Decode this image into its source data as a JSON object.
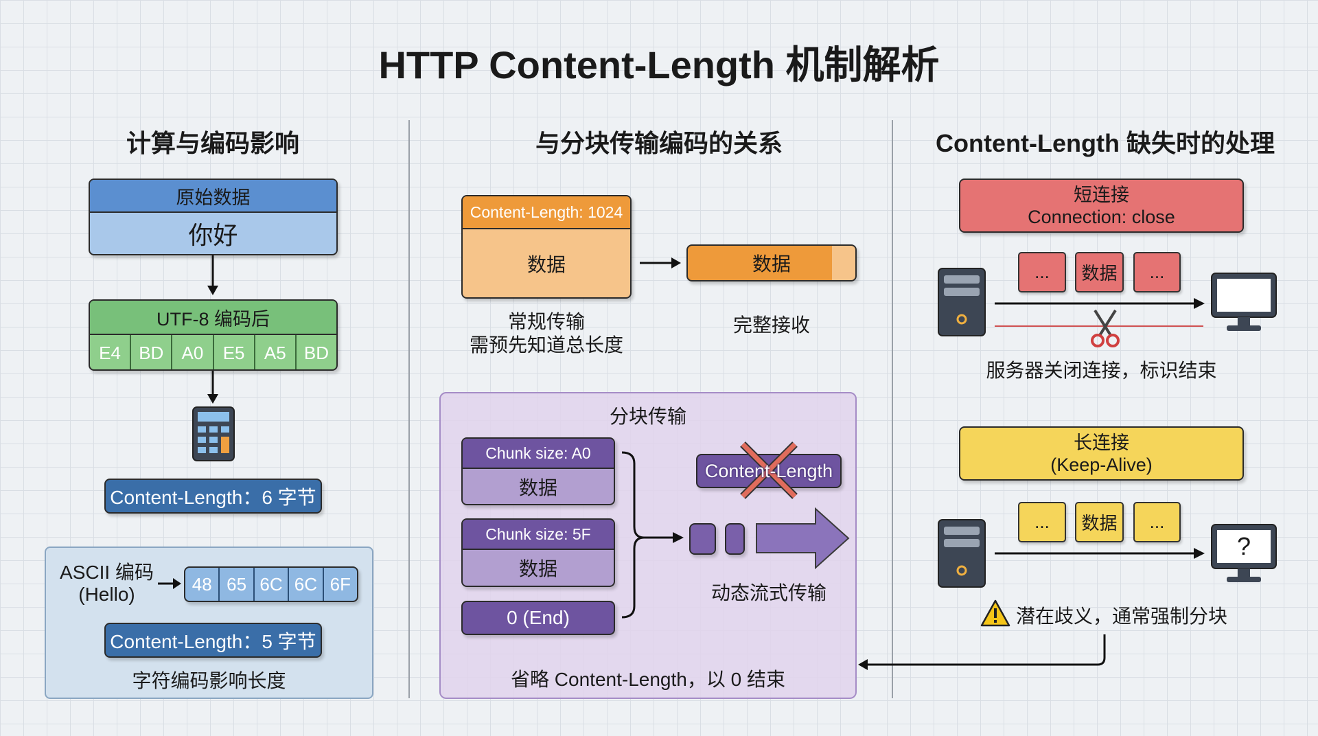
{
  "title": "HTTP Content-Length 机制解析",
  "left": {
    "heading": "计算与编码影响",
    "raw_label": "原始数据",
    "raw_value": "你好",
    "utf8_label": "UTF-8 编码后",
    "utf8_bytes": [
      "E4",
      "BD",
      "A0",
      "E5",
      "A5",
      "BD"
    ],
    "utf8_length": "Content-Length：6 字节",
    "ascii_label": "ASCII 编码",
    "ascii_word": "(Hello)",
    "ascii_bytes": [
      "48",
      "65",
      "6C",
      "6C",
      "6F"
    ],
    "ascii_length": "Content-Length：5 字节",
    "caption": "字符编码影响长度"
  },
  "middle": {
    "heading": "与分块传输编码的关系",
    "cl_header": "Content-Length: 1024",
    "data": "数据",
    "received_data": "数据",
    "normal_caption_1": "常规传输",
    "normal_caption_2": "需预先知道总长度",
    "received_caption": "完整接收",
    "chunked_title": "分块传输",
    "chunks": [
      {
        "size": "Chunk size: A0",
        "data": "数据"
      },
      {
        "size": "Chunk size: 5F",
        "data": "数据"
      }
    ],
    "end_chunk": "0 (End)",
    "crossed_label": "Content-Length",
    "stream_caption": "动态流式传输",
    "chunked_caption": "省略 Content-Length，以 0 结束"
  },
  "right": {
    "heading": "Content-Length 缺失时的处理",
    "short_title": "短连接",
    "short_sub": "Connection: close",
    "short_packets": [
      "...",
      "数据",
      "..."
    ],
    "short_caption": "服务器关闭连接，标识结束",
    "long_title": "长连接",
    "long_sub": "(Keep-Alive)",
    "long_packets": [
      "...",
      "数据",
      "..."
    ],
    "monitor_symbol": "?",
    "warning_caption": "潜在歧义，通常强制分块"
  }
}
